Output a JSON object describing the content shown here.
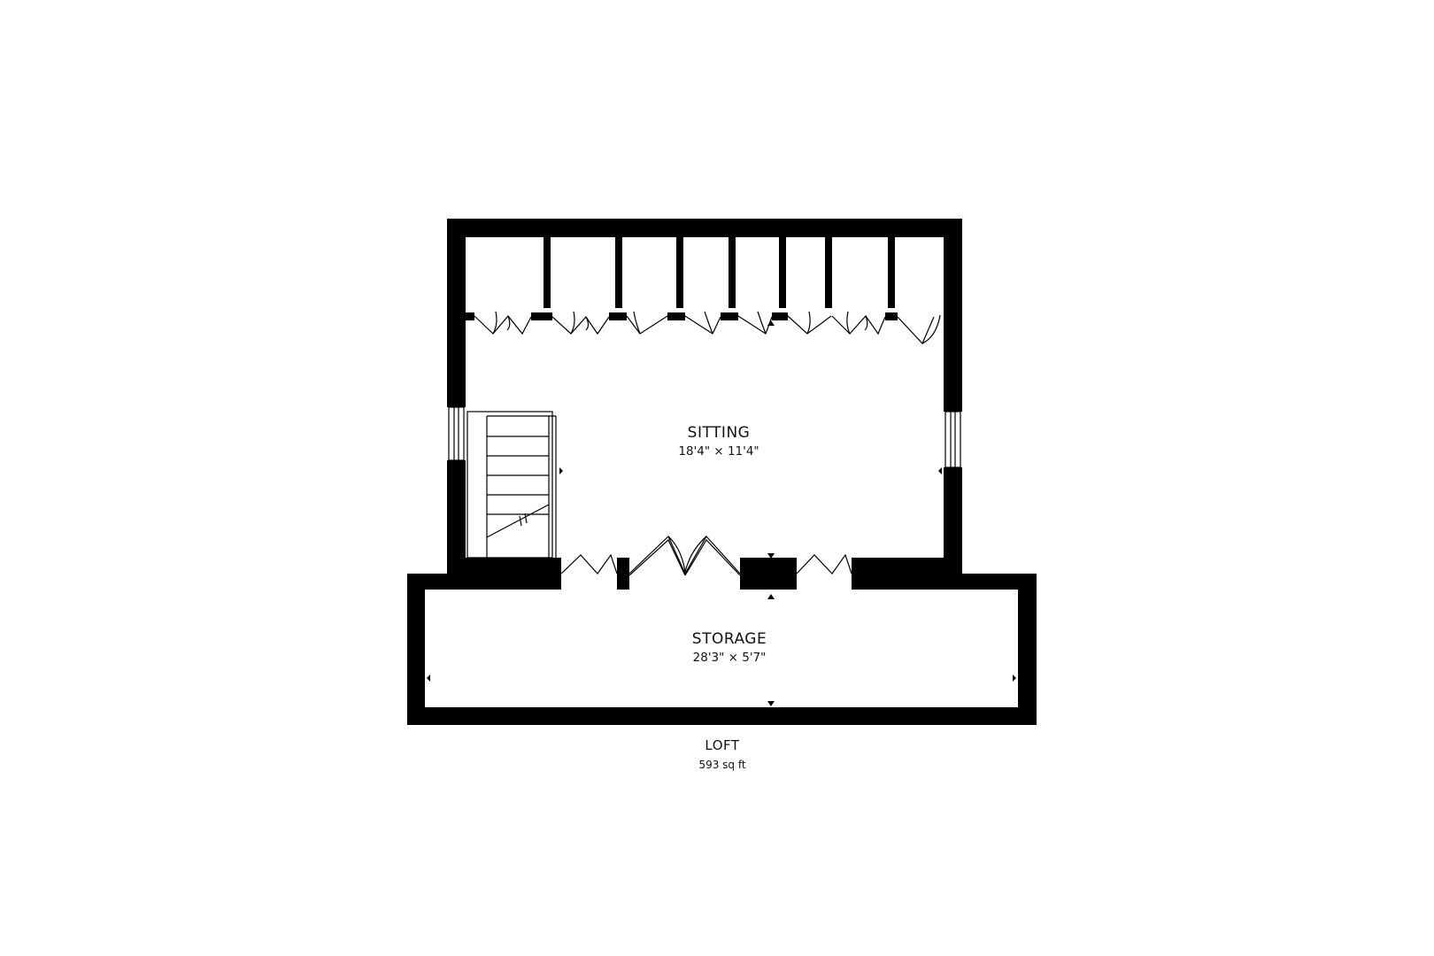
{
  "rooms": {
    "sitting": {
      "name": "SITTING",
      "dimensions": "18'4\" × 11'4\""
    },
    "storage": {
      "name": "STORAGE",
      "dimensions": "28'3\" × 5'7\""
    }
  },
  "floor": {
    "name": "LOFT",
    "area": "593 sq ft"
  },
  "colors": {
    "wall": "#000000",
    "background": "#ffffff"
  }
}
